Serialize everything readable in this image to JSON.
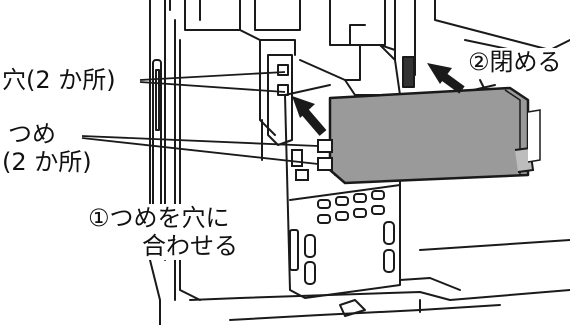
{
  "labels": {
    "holes": "穴(2 か所)",
    "tabs_line1": "つめ",
    "tabs_line2": "(2 か所)",
    "step1_line1": "①つめを穴に",
    "step1_line2": "合わせる",
    "step2": "②閉める"
  },
  "colors": {
    "line": "#1a1a1a",
    "cover_fill": "#9a9a9a",
    "arrow": "#1a1a1a",
    "background": "#ffffff"
  }
}
